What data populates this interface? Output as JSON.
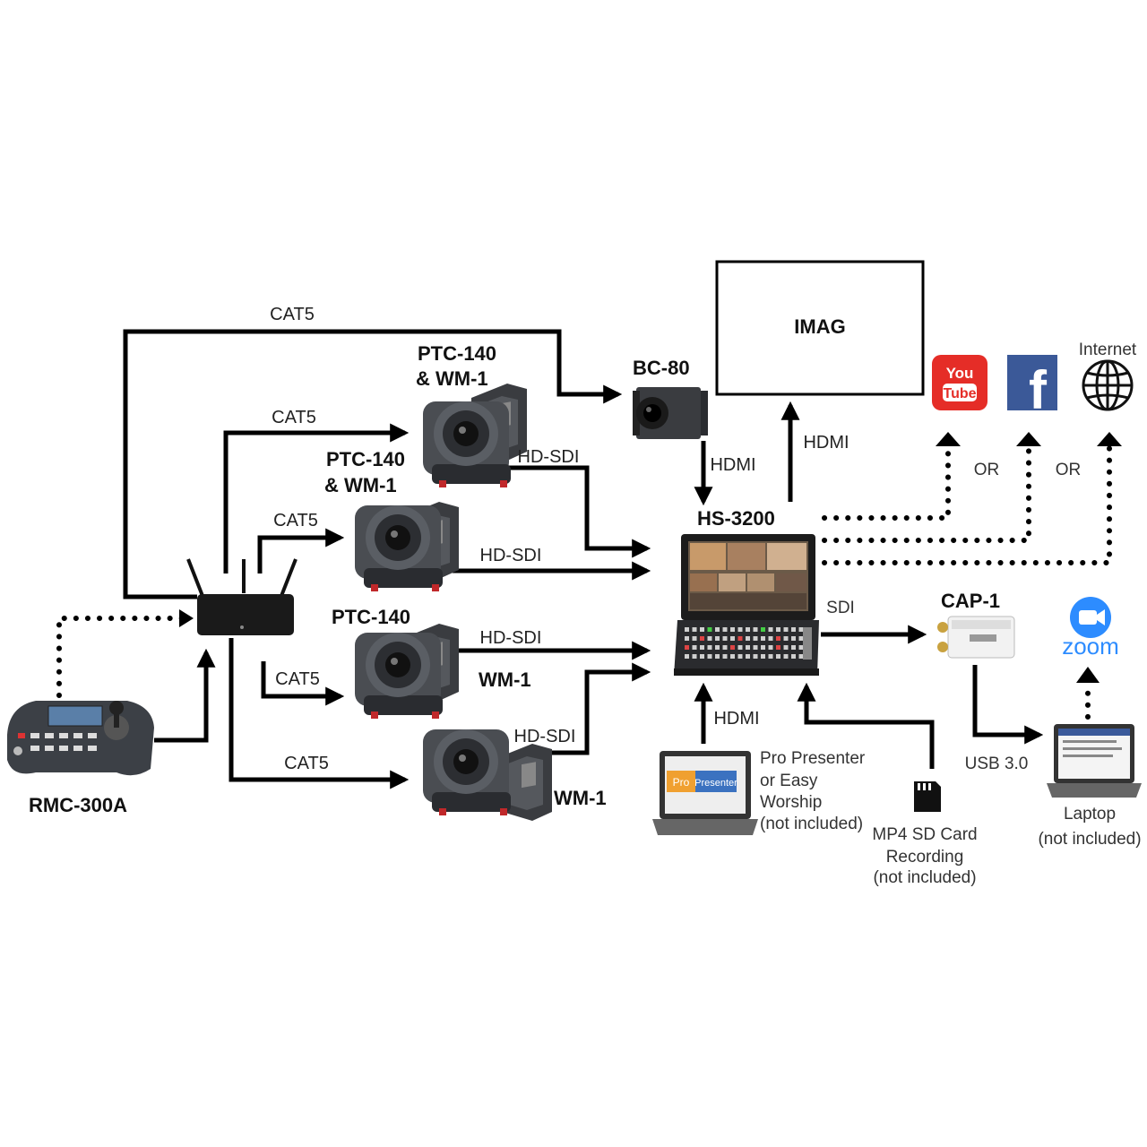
{
  "devices": {
    "rmc": "RMC-300A",
    "cam1_line1": "PTC-140",
    "cam1_line2": "& WM-1",
    "cam2_line1": "PTC-140",
    "cam2_line2": "& WM-1",
    "cam3": "PTC-140",
    "cam3_mount": "WM-1",
    "cam4_mount": "WM-1",
    "bc80": "BC-80",
    "hs3200": "HS-3200",
    "imag": "IMAG",
    "cap1": "CAP-1"
  },
  "connections": {
    "cat5_top": "CAT5",
    "cat5_cam1": "CAT5",
    "cat5_cam2": "CAT5",
    "cat5_cam3": "CAT5",
    "cat5_cam4": "CAT5",
    "hdsdi_1": "HD-SDI",
    "hdsdi_2": "HD-SDI",
    "hdsdi_3": "HD-SDI",
    "hdsdi_4": "HD-SDI",
    "hdmi_bc80": "HDMI",
    "hdmi_imag": "HDMI",
    "hdmi_laptop": "HDMI",
    "sdi": "SDI",
    "usb": "USB 3.0",
    "or_1": "OR",
    "or_2": "OR"
  },
  "streaming": {
    "internet": "Internet",
    "youtube_top": "You",
    "youtube_bottom": "Tube",
    "facebook": "f",
    "zoom": "zoom"
  },
  "sources": {
    "propresenter_logo_a": "Pro",
    "propresenter_logo_b": "Presenter",
    "propresenter_l1": "Pro Presenter",
    "propresenter_l2": "or Easy",
    "propresenter_l3": "Worship",
    "propresenter_l4": "(not included)",
    "sd_l1": "MP4 SD Card",
    "sd_l2": "Recording",
    "sd_l3": "(not included)",
    "laptop_l1": "Laptop",
    "laptop_l2": "(not included)"
  },
  "colors": {
    "youtube": "#e52d27",
    "facebook": "#3b5998",
    "zoom": "#2d8cff",
    "camera_body": "#4a4d52",
    "propresenter": "#f0a030"
  }
}
